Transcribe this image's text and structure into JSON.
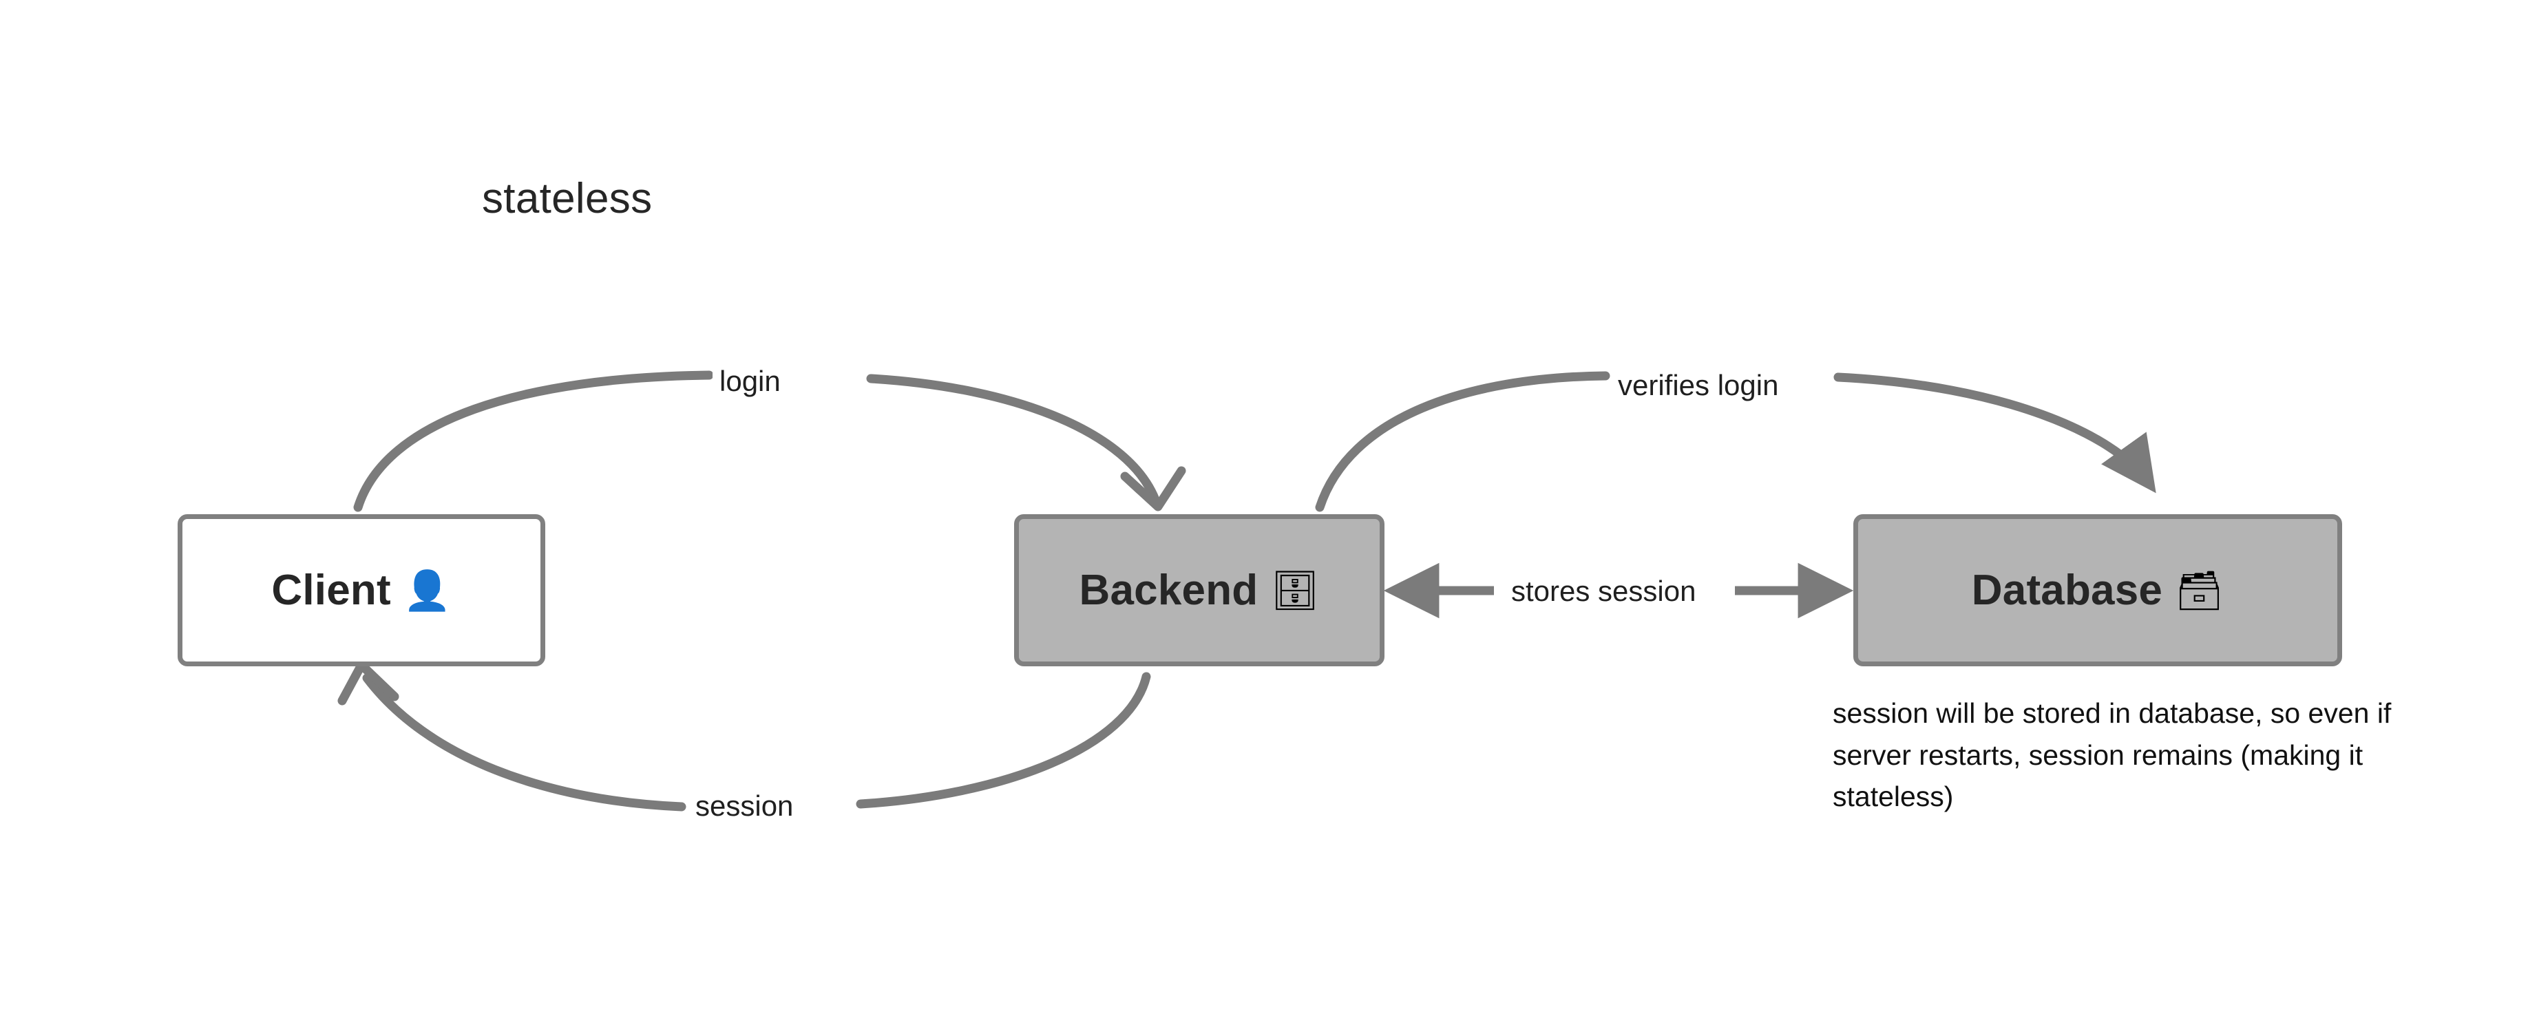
{
  "diagram": {
    "title": "stateless",
    "background_color": "#ffffff",
    "stroke_color": "#808080",
    "text_color": "#262626",
    "nodes": [
      {
        "id": "client",
        "label": "Client",
        "icon": "bust-in-silhouette-icon",
        "icon_glyph": "👤",
        "fill": "#ffffff",
        "border": "#808080"
      },
      {
        "id": "backend",
        "label": "Backend",
        "icon": "file-cabinet-icon",
        "icon_glyph": "🗄",
        "fill": "#b4b4b4",
        "border": "#808080"
      },
      {
        "id": "database",
        "label": "Database",
        "icon": "card-file-box-icon",
        "icon_glyph": "🗃",
        "fill": "#b4b4b4",
        "border": "#808080"
      }
    ],
    "edges": [
      {
        "id": "login",
        "label": "login",
        "from": "client",
        "to": "backend",
        "style": "curved-open-arrow"
      },
      {
        "id": "session",
        "label": "session",
        "from": "backend",
        "to": "client",
        "style": "curved-open-arrow"
      },
      {
        "id": "verifies",
        "label": "verifies login",
        "from": "backend",
        "to": "database",
        "style": "curved-solid-arrow"
      },
      {
        "id": "stores",
        "label": "stores session",
        "from": "backend",
        "to": "database",
        "style": "bidirectional-straight"
      }
    ],
    "caption": "session will be stored in database, so even if server restarts, session remains (making it stateless)"
  }
}
